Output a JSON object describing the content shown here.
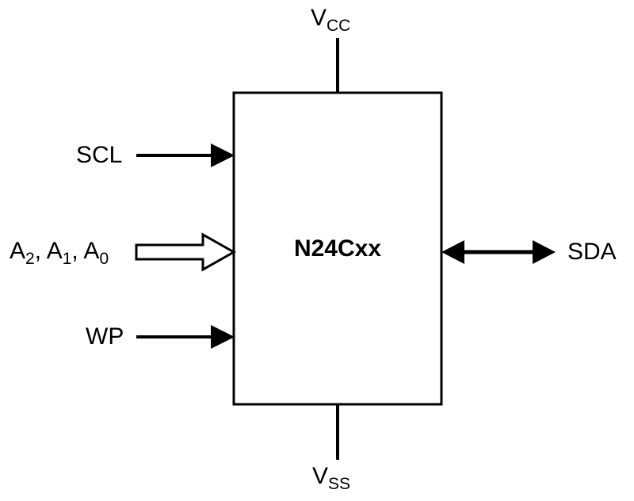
{
  "diagram": {
    "chip": {
      "label": "N24Cxx"
    },
    "pins": {
      "vcc": {
        "base": "V",
        "sub": "CC",
        "side": "top",
        "direction": "power"
      },
      "vss": {
        "base": "V",
        "sub": "SS",
        "side": "bottom",
        "direction": "power"
      },
      "scl": {
        "label": "SCL",
        "side": "left",
        "direction": "input"
      },
      "address": {
        "parts": [
          {
            "base": "A",
            "sub": "2"
          },
          {
            "base": ", A",
            "sub": "1"
          },
          {
            "base": ", A",
            "sub": "0"
          }
        ],
        "side": "left",
        "direction": "input-bus"
      },
      "wp": {
        "label": "WP",
        "side": "left",
        "direction": "input"
      },
      "sda": {
        "label": "SDA",
        "side": "right",
        "direction": "bidirectional"
      }
    },
    "colors": {
      "line": "#000000",
      "background": "#ffffff"
    }
  }
}
